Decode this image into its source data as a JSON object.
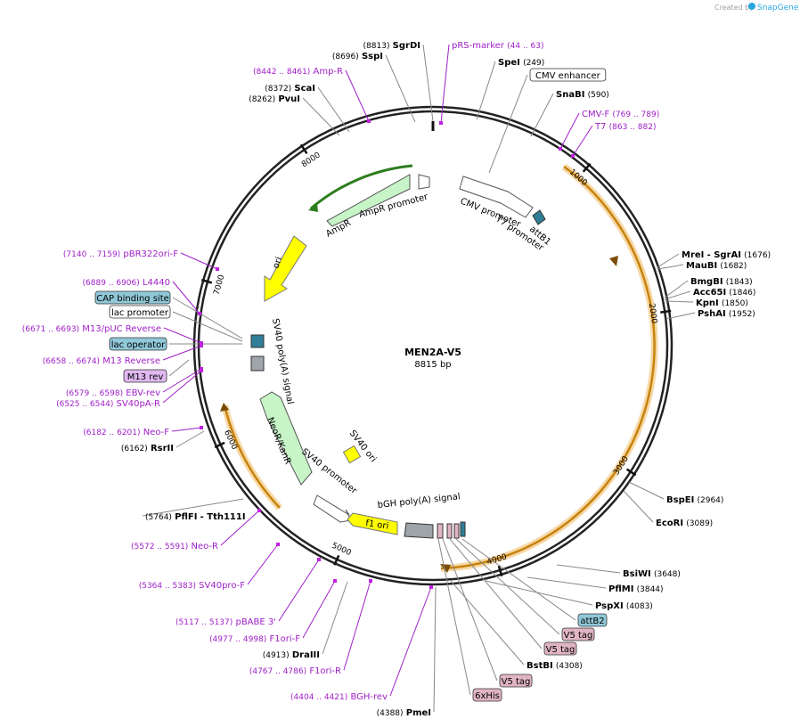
{
  "header": {
    "created_by": "Created by",
    "brand": "SnapGene"
  },
  "plasmid": {
    "name": "MEN2A-V5",
    "size": "8815 bp",
    "total_bp": 8815
  },
  "colors": {
    "feature_purple": "#a020c8",
    "insert": "#f0a830",
    "primer_mark": "#c020e0",
    "backbone": "#222222",
    "promoter_green": "#c8f5c8",
    "ori_yellow": "#ffff00",
    "tag_pink": "#e0b4c4",
    "box_blue": "#90c8d8"
  },
  "ticks": [
    {
      "bp": 1000,
      "label": "1000"
    },
    {
      "bp": 2000,
      "label": "2000"
    },
    {
      "bp": 3000,
      "label": "3000"
    },
    {
      "bp": 4000,
      "label": "4000"
    },
    {
      "bp": 5000,
      "label": "5000"
    },
    {
      "bp": 6000,
      "label": "6000"
    },
    {
      "bp": 7000,
      "label": "7000"
    },
    {
      "bp": 8000,
      "label": "8000"
    }
  ],
  "labels": [
    {
      "id": "sgrdi",
      "pre": "(8813)",
      "name": "SgrDI",
      "kind": "enzyme"
    },
    {
      "id": "sspi",
      "pre": "(8696)",
      "name": "SspI",
      "kind": "enzyme"
    },
    {
      "id": "prs",
      "name": "pRS-marker",
      "post": "(44 .. 63)",
      "kind": "primer"
    },
    {
      "id": "spei",
      "name": "SpeI",
      "post": "(249)",
      "kind": "enzyme"
    },
    {
      "id": "cmvenh",
      "name": "CMV enhancer",
      "kind": "box"
    },
    {
      "id": "snabi",
      "name": "SnaBI",
      "post": "(590)",
      "kind": "enzyme"
    },
    {
      "id": "ampr_p",
      "pre": "(8442 .. 8461)",
      "name": "Amp-R",
      "kind": "primer"
    },
    {
      "id": "scai",
      "pre": "(8372)",
      "name": "ScaI",
      "kind": "enzyme"
    },
    {
      "id": "pvui",
      "pre": "(8262)",
      "name": "PvuI",
      "kind": "enzyme"
    },
    {
      "id": "cmvf",
      "name": "CMV-F",
      "post": "(769 .. 789)",
      "kind": "primer"
    },
    {
      "id": "t7",
      "name": "T7",
      "post": "(863 .. 882)",
      "kind": "primer"
    },
    {
      "id": "mrei",
      "name": "MreI",
      "mid": "- SgrAI",
      "post": "(1676)",
      "kind": "enzyme"
    },
    {
      "id": "maubi",
      "name": "MauBI",
      "post": "(1682)",
      "kind": "enzyme"
    },
    {
      "id": "bmgbi",
      "name": "BmgBI",
      "post": "(1843)",
      "kind": "enzyme"
    },
    {
      "id": "acc65i",
      "name": "Acc65I",
      "post": "(1846)",
      "kind": "enzyme"
    },
    {
      "id": "kpni",
      "name": "KpnI",
      "post": "(1850)",
      "kind": "enzyme"
    },
    {
      "id": "pshai",
      "name": "PshAI",
      "post": "(1952)",
      "kind": "enzyme"
    },
    {
      "id": "pbr",
      "pre": "(7140 .. 7159)",
      "name": "pBR322ori-F",
      "kind": "primer"
    },
    {
      "id": "l4440",
      "pre": "(6889 .. 6906)",
      "name": "L4440",
      "kind": "primer"
    },
    {
      "id": "cap",
      "name": "CAP binding site",
      "kind": "box_blue"
    },
    {
      "id": "lacp",
      "name": "lac promoter",
      "kind": "box"
    },
    {
      "id": "m13puc",
      "pre": "(6671 .. 6693)",
      "name": "M13/pUC Reverse",
      "kind": "primer"
    },
    {
      "id": "laco",
      "name": "lac operator",
      "kind": "box_blue"
    },
    {
      "id": "m13r",
      "pre": "(6658 .. 6674)",
      "name": "M13 Reverse",
      "kind": "primer"
    },
    {
      "id": "m13rev",
      "name": "M13 rev",
      "kind": "box_purple"
    },
    {
      "id": "ebv",
      "pre": "(6579 .. 6598)",
      "name": "EBV-rev",
      "kind": "primer"
    },
    {
      "id": "sv40pa",
      "pre": "(6525 .. 6544)",
      "name": "SV40pA-R",
      "kind": "primer"
    },
    {
      "id": "neof",
      "pre": "(6182 .. 6201)",
      "name": "Neo-F",
      "kind": "primer"
    },
    {
      "id": "rsrii",
      "pre": "(6162)",
      "name": "RsrII",
      "kind": "enzyme"
    },
    {
      "id": "pflfi",
      "pre": "(5764)",
      "name": "PflFI",
      "mid": "- Tth111I",
      "kind": "enzyme"
    },
    {
      "id": "neor",
      "pre": "(5572 .. 5591)",
      "name": "Neo-R",
      "kind": "primer"
    },
    {
      "id": "sv40pro",
      "pre": "(5364 .. 5383)",
      "name": "SV40pro-F",
      "kind": "primer"
    },
    {
      "id": "pbabe",
      "pre": "(5117 .. 5137)",
      "name": "pBABE 3'",
      "kind": "primer"
    },
    {
      "id": "f1f",
      "pre": "(4977 .. 4998)",
      "name": "F1ori-F",
      "kind": "primer"
    },
    {
      "id": "draiii",
      "pre": "(4913)",
      "name": "DraIII",
      "kind": "enzyme"
    },
    {
      "id": "f1r",
      "pre": "(4767 .. 4786)",
      "name": "F1ori-R",
      "kind": "primer"
    },
    {
      "id": "bghrev",
      "pre": "(4404 .. 4421)",
      "name": "BGH-rev",
      "kind": "primer"
    },
    {
      "id": "pmei",
      "pre": "(4388)",
      "name": "PmeI",
      "kind": "enzyme"
    },
    {
      "id": "bspei",
      "name": "BspEI",
      "post": "(2964)",
      "kind": "enzyme"
    },
    {
      "id": "ecori",
      "name": "EcoRI",
      "post": "(3089)",
      "kind": "enzyme"
    },
    {
      "id": "bsiwi",
      "name": "BsiWI",
      "post": "(3648)",
      "kind": "enzyme"
    },
    {
      "id": "pflmi",
      "name": "PflMI",
      "post": "(3844)",
      "kind": "enzyme"
    },
    {
      "id": "pspxi",
      "name": "PspXI",
      "post": "(4083)",
      "kind": "enzyme"
    },
    {
      "id": "attb2",
      "name": "attB2",
      "kind": "box_blue"
    },
    {
      "id": "v5a",
      "name": "V5 tag",
      "kind": "box_pink"
    },
    {
      "id": "v5b",
      "name": "V5 tag",
      "kind": "box_pink"
    },
    {
      "id": "bstbi",
      "name": "BstBI",
      "post": "(4308)",
      "kind": "enzyme"
    },
    {
      "id": "v5c",
      "name": "V5 tag",
      "kind": "box_pink"
    },
    {
      "id": "his",
      "name": "6xHis",
      "kind": "box_pink"
    }
  ],
  "inner_labels": {
    "amp_r": "AmpR",
    "amp_r_promoter": "AmpR promoter",
    "cmv_promoter": "CMV promoter",
    "t7_promoter": "T7 promoter",
    "attb1": "attB1",
    "ori": "ori",
    "sv40_polya": "SV40 poly(A) signal",
    "neo_kan": "NeoR/KanR",
    "sv40_promoter": "SV40 promoter",
    "sv40_ori": "SV40 ori",
    "bgh": "bGH poly(A) signal",
    "f1_ori": "f1 ori"
  }
}
